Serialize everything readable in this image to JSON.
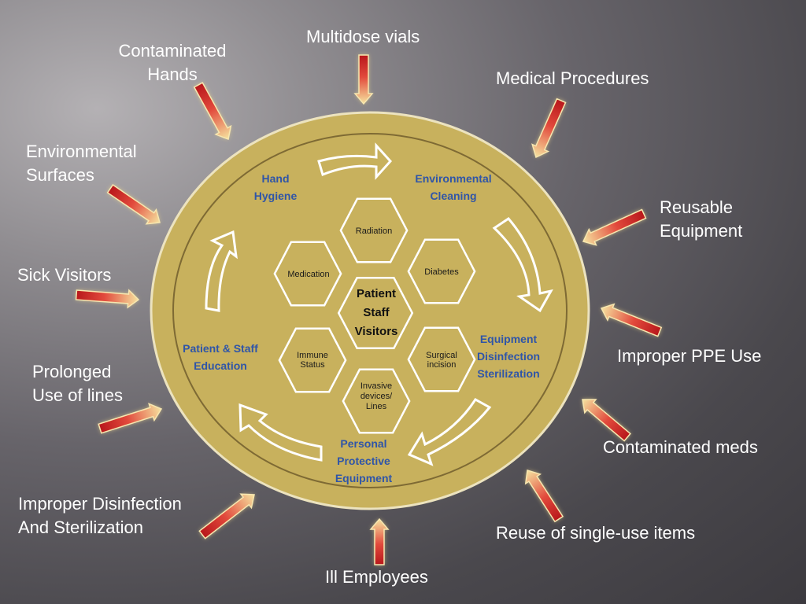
{
  "colors": {
    "disc_fill": "#c8b15d",
    "disc_stroke": "#f1e7bf",
    "arrow_red": "#b8171b",
    "arrow_light": "#f6e3a0",
    "inner_text": "#2f55a8",
    "white_text": "#ffffff"
  },
  "risk_factors": [
    {
      "id": "multidose-vials",
      "lines": [
        "Multidose vials"
      ]
    },
    {
      "id": "contaminated-hands",
      "lines": [
        "Contaminated",
        "Hands"
      ]
    },
    {
      "id": "medical-procedures",
      "lines": [
        "Medical Procedures"
      ]
    },
    {
      "id": "environmental-surfaces",
      "lines": [
        "Environmental",
        "Surfaces"
      ]
    },
    {
      "id": "reusable-equipment",
      "lines": [
        "Reusable",
        "Equipment"
      ]
    },
    {
      "id": "sick-visitors",
      "lines": [
        "Sick Visitors"
      ]
    },
    {
      "id": "improper-ppe-use",
      "lines": [
        "Improper PPE Use"
      ]
    },
    {
      "id": "prolonged-use-of-lines",
      "lines": [
        "Prolonged",
        "Use of lines"
      ]
    },
    {
      "id": "contaminated-meds",
      "lines": [
        "Contaminated meds"
      ]
    },
    {
      "id": "improper-disinfection",
      "lines": [
        "Improper Disinfection",
        "And Sterilization"
      ]
    },
    {
      "id": "reuse-single-use",
      "lines": [
        "Reuse of single-use items"
      ]
    },
    {
      "id": "ill-employees",
      "lines": [
        "Ill Employees"
      ]
    }
  ],
  "cycle": [
    {
      "id": "hand-hygiene",
      "lines": [
        "Hand",
        "Hygiene"
      ]
    },
    {
      "id": "environmental-cleaning",
      "lines": [
        "Environmental",
        "Cleaning"
      ]
    },
    {
      "id": "equipment-disinfection",
      "lines": [
        "Equipment",
        "Disinfection",
        "Sterilization"
      ]
    },
    {
      "id": "personal-protective-equipment",
      "lines": [
        "Personal",
        "Protective",
        "Equipment"
      ]
    },
    {
      "id": "patient-staff-education",
      "lines": [
        "Patient & Staff",
        "Education"
      ]
    }
  ],
  "hexagons": [
    {
      "id": "radiation",
      "lines": [
        "Radiation"
      ]
    },
    {
      "id": "diabetes",
      "lines": [
        "Diabetes"
      ]
    },
    {
      "id": "surgical-incision",
      "lines": [
        "Surgical",
        "incision"
      ]
    },
    {
      "id": "invasive-devices",
      "lines": [
        "Invasive",
        "devices/",
        "Lines"
      ]
    },
    {
      "id": "immune-status",
      "lines": [
        "Immune",
        "Status"
      ]
    },
    {
      "id": "medication",
      "lines": [
        "Medication"
      ]
    }
  ],
  "center": {
    "lines": [
      "Patient",
      "Staff",
      "Visitors"
    ]
  }
}
